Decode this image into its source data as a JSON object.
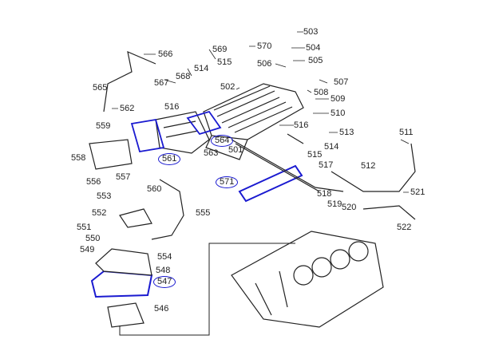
{
  "diagram": {
    "title": "Engine intake manifold exploded parts view",
    "highlight_color": "#1a1ad0",
    "line_color": "#222222",
    "highlighted_parts": [
      "564",
      "561",
      "571",
      "547"
    ],
    "labels": {
      "p503": "503",
      "p504": "504",
      "p505": "505",
      "p506": "506",
      "p507": "507",
      "p508": "508",
      "p509": "509",
      "p510": "510",
      "p511": "511",
      "p512": "512",
      "p513": "513",
      "p514a": "514",
      "p515a": "515",
      "p517": "517",
      "p516a": "516",
      "p501": "501",
      "p502": "502",
      "p569": "569",
      "p570": "570",
      "p566": "566",
      "p514b": "514",
      "p515b": "515",
      "p568": "568",
      "p567": "567",
      "p565": "565",
      "p516b": "516",
      "p562": "562",
      "p559": "559",
      "p558": "558",
      "p556": "556",
      "p557": "557",
      "p561": "561",
      "p560": "560",
      "p564": "564",
      "p563": "563",
      "p571": "571",
      "p518": "518",
      "p519": "519",
      "p520": "520",
      "p521": "521",
      "p522": "522",
      "p553": "553",
      "p552": "552",
      "p555": "555",
      "p551": "551",
      "p550": "550",
      "p549": "549",
      "p554": "554",
      "p548": "548",
      "p547": "547",
      "p546": "546"
    }
  }
}
